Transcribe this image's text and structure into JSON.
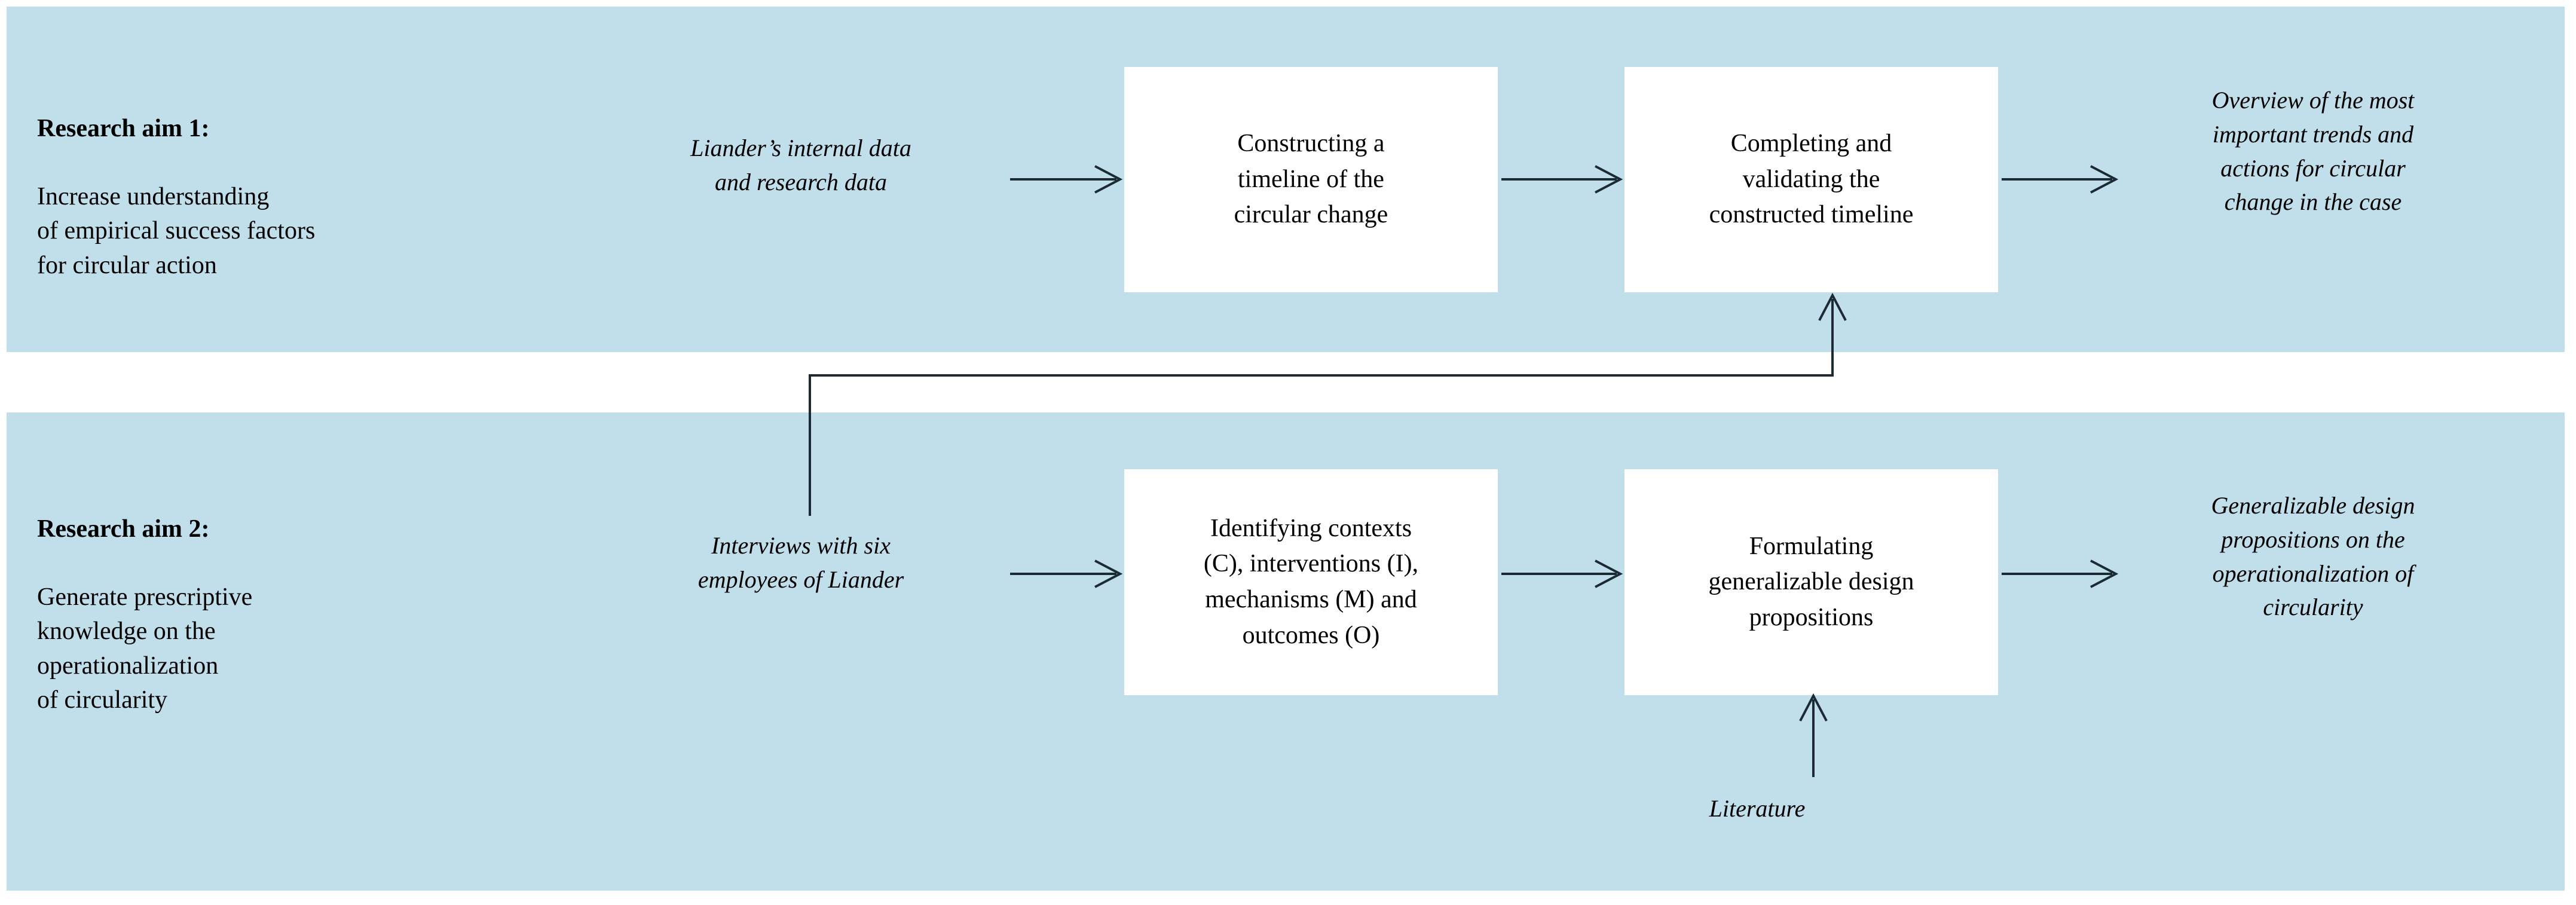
{
  "figure": {
    "background_color": "#c0dfea",
    "box_fill": "#ffffff",
    "line_color": "#1b2a33"
  },
  "rows": [
    {
      "aim_title": "Research aim 1:",
      "aim_body": "Increase understanding\nof empirical success factors\nfor circular action",
      "input_label": "Liander’s internal data\nand research data",
      "steps": [
        "Constructing a\ntimeline of the\ncircular change",
        "Completing and\nvalidating the\nconstructed timeline"
      ],
      "output_label": "Overview of the most\nimportant trends and\nactions for circular\nchange in the case"
    },
    {
      "aim_title": "Research aim 2:",
      "aim_body": "Generate prescriptive\nknowledge on the\noperationalization\nof circularity",
      "input_label": "Interviews with six\nemployees of Liander",
      "steps": [
        "Identifying contexts\n(C), interventions (I),\nmechanisms (M) and\noutcomes (O)",
        "Formulating\ngeneralizable design\npropositions"
      ],
      "output_label": "Generalizable design\npropositions on the\noperationalization of\ncircularity"
    }
  ],
  "extra": {
    "literature_label": "Literature"
  }
}
